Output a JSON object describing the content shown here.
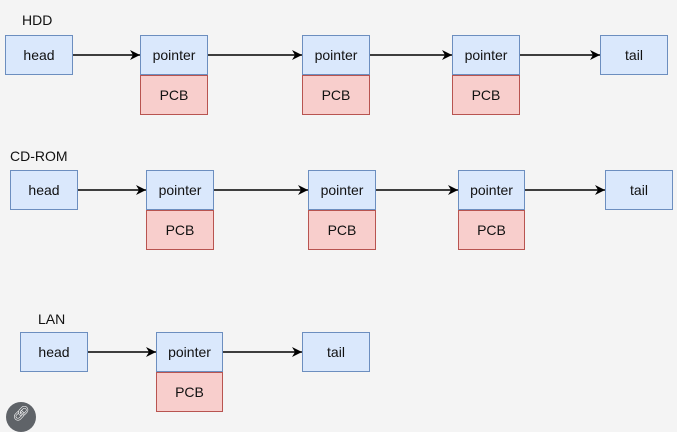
{
  "diagram": {
    "hdd": {
      "label": "HDD",
      "head": "head",
      "nodes": [
        {
          "pointer": "pointer",
          "pcb": "PCB"
        },
        {
          "pointer": "pointer",
          "pcb": "PCB"
        },
        {
          "pointer": "pointer",
          "pcb": "PCB"
        }
      ],
      "tail": "tail"
    },
    "cdrom": {
      "label": "CD-ROM",
      "head": "head",
      "nodes": [
        {
          "pointer": "pointer",
          "pcb": "PCB"
        },
        {
          "pointer": "pointer",
          "pcb": "PCB"
        },
        {
          "pointer": "pointer",
          "pcb": "PCB"
        }
      ],
      "tail": "tail"
    },
    "lan": {
      "label": "LAN",
      "head": "head",
      "nodes": [
        {
          "pointer": "pointer",
          "pcb": "PCB"
        }
      ],
      "tail": "tail"
    }
  },
  "colors": {
    "background": "#f4f4f4",
    "pointer_fill": "#dae8fc",
    "pointer_stroke": "#6c8ebf",
    "pcb_fill": "#f8cecc",
    "pcb_stroke": "#b85450",
    "arrow": "#000000"
  },
  "icons": {
    "corner": "link-icon"
  }
}
